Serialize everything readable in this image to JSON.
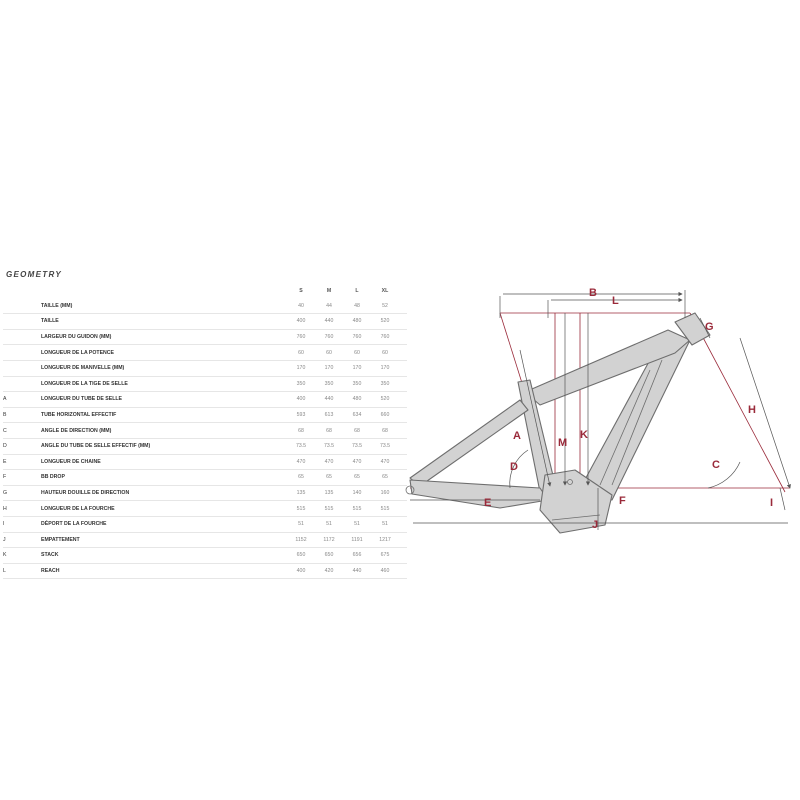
{
  "title": "GEOMETRY",
  "table": {
    "sizes": [
      "S",
      "M",
      "L",
      "XL"
    ],
    "rows": [
      {
        "letter": "",
        "label": "TAILLE (MM)",
        "values": [
          "40",
          "44",
          "48",
          "52"
        ]
      },
      {
        "letter": "",
        "label": "TAILLE",
        "values": [
          "400",
          "440",
          "480",
          "520"
        ]
      },
      {
        "letter": "",
        "label": "LARGEUR DU GUIDON (MM)",
        "values": [
          "760",
          "760",
          "760",
          "760"
        ]
      },
      {
        "letter": "",
        "label": "LONGUEUR DE LA POTENCE",
        "values": [
          "60",
          "60",
          "60",
          "60"
        ]
      },
      {
        "letter": "",
        "label": "LONGUEUR DE MANIVELLE (MM)",
        "values": [
          "170",
          "170",
          "170",
          "170"
        ]
      },
      {
        "letter": "",
        "label": "LONGUEUR DE LA TIGE DE SELLE",
        "values": [
          "350",
          "350",
          "350",
          "350"
        ]
      },
      {
        "letter": "A",
        "label": "LONGUEUR DU TUBE DE SELLE",
        "values": [
          "400",
          "440",
          "480",
          "520"
        ]
      },
      {
        "letter": "B",
        "label": "TUBE HORIZONTAL EFFECTIF",
        "values": [
          "593",
          "613",
          "634",
          "660"
        ]
      },
      {
        "letter": "C",
        "label": "ANGLE DE DIRECTION (MM)",
        "values": [
          "68",
          "68",
          "68",
          "68"
        ]
      },
      {
        "letter": "D",
        "label": "ANGLE DU TUBE DE SELLE EFFECTIF (MM)",
        "values": [
          "73.5",
          "73.5",
          "73.5",
          "73.5"
        ]
      },
      {
        "letter": "E",
        "label": "LONGUEUR DE CHAINE",
        "values": [
          "470",
          "470",
          "470",
          "470"
        ]
      },
      {
        "letter": "F",
        "label": "BB DROP",
        "values": [
          "65",
          "65",
          "65",
          "65"
        ]
      },
      {
        "letter": "G",
        "label": "HAUTEUR DOUILLE DE DIRECTION",
        "values": [
          "135",
          "135",
          "140",
          "160"
        ]
      },
      {
        "letter": "H",
        "label": "LONGUEUR DE LA FOURCHE",
        "values": [
          "515",
          "515",
          "515",
          "515"
        ]
      },
      {
        "letter": "I",
        "label": "DÉPORT DE LA FOURCHE",
        "values": [
          "51",
          "51",
          "51",
          "51"
        ]
      },
      {
        "letter": "J",
        "label": "EMPATTEMENT",
        "values": [
          "1152",
          "1172",
          "1191",
          "1217"
        ]
      },
      {
        "letter": "K",
        "label": "STACK",
        "values": [
          "650",
          "650",
          "656",
          "675"
        ]
      },
      {
        "letter": "L",
        "label": "REACH",
        "values": [
          "400",
          "420",
          "440",
          "460"
        ]
      }
    ]
  },
  "diagram": {
    "labels": [
      "A",
      "B",
      "C",
      "D",
      "E",
      "F",
      "G",
      "H",
      "I",
      "J",
      "K",
      "L",
      "M"
    ],
    "colors": {
      "accent": "#9a2a3a",
      "frame_fill": "#d2d2d2",
      "frame_stroke": "#6e6e6e",
      "leader": "#555555"
    }
  }
}
